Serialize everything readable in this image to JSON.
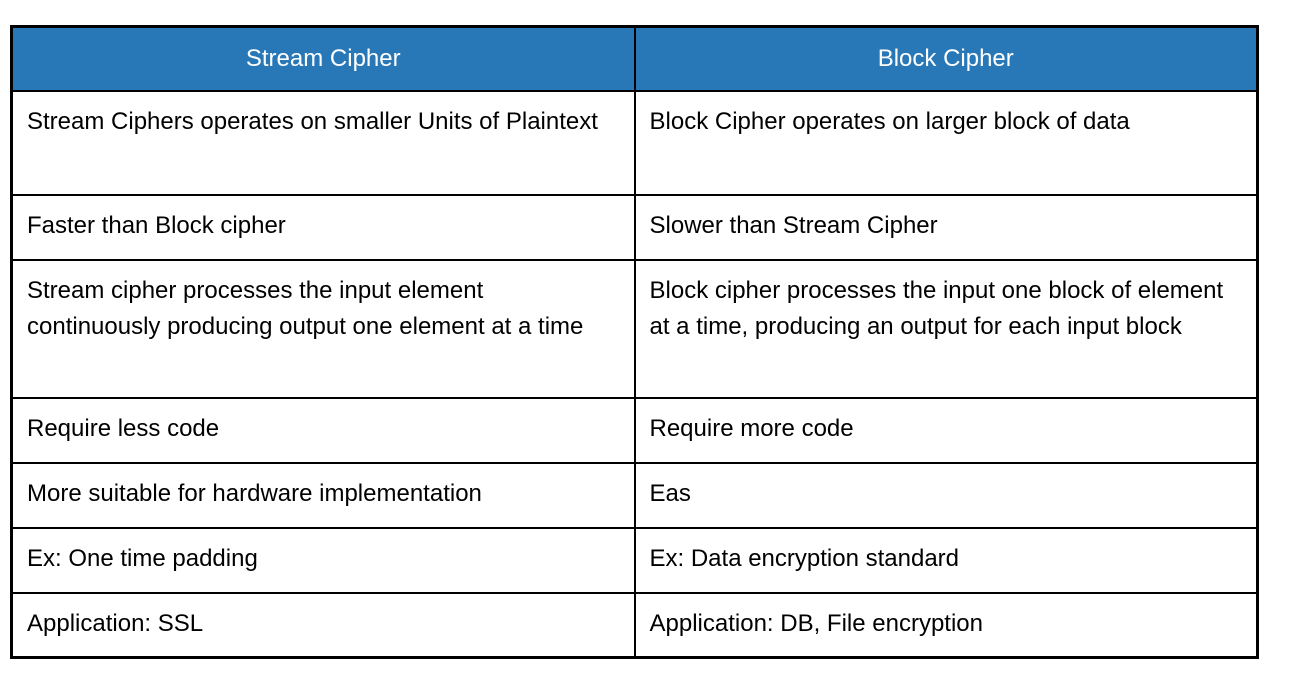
{
  "table": {
    "headers": {
      "stream": "Stream Cipher",
      "block": "Block Cipher"
    },
    "rows": [
      {
        "stream": "Stream Ciphers operates on smaller Units of Plaintext",
        "block": "Block Cipher operates on larger block of data"
      },
      {
        "stream": "Faster than Block cipher",
        "block": "Slower than Stream Cipher"
      },
      {
        "stream": "Stream cipher processes the input element continuously producing output one element at a time",
        "block": "Block cipher processes the input one block of element at a time, producing an output for each input block"
      },
      {
        "stream": "Require less code",
        "block": "Require more code"
      },
      {
        "stream": "More suitable for hardware implementation",
        "block": "Eas"
      },
      {
        "stream": "Ex: One time padding",
        "block": "Ex: Data encryption standard"
      },
      {
        "stream": "Application: SSL",
        "block": "Application: DB, File encryption"
      }
    ]
  },
  "colors": {
    "header_bg": "#2878b8",
    "header_text": "#ffffff",
    "body_text": "#000000",
    "border": "#000000",
    "page_bg": "#ffffff"
  }
}
